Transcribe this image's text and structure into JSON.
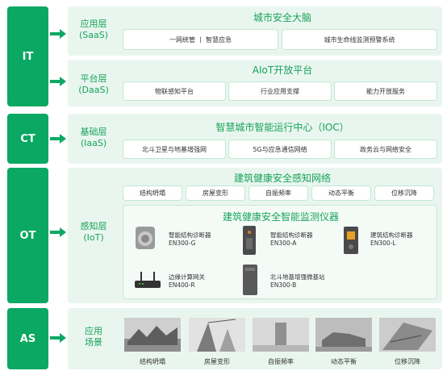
{
  "sides": [
    "IT",
    "CT",
    "OT",
    "AS"
  ],
  "saas": {
    "label_l1": "应用层",
    "label_l2": "(SaaS)",
    "title": "城市安全大脑",
    "items": [
      "一网统管 丨 智慧应急",
      "城市生命线监测预警系统"
    ]
  },
  "daas": {
    "label_l1": "平台层",
    "label_l2": "(DaaS)",
    "title": "AIoT开放平台",
    "items": [
      "物联感知平台",
      "行业应用支撑",
      "能力开放服务"
    ]
  },
  "iaas": {
    "label_l1": "基础层",
    "label_l2": "(IaaS)",
    "title": "智慧城市智能运行中心（IOC）",
    "items": [
      "北斗卫星与地基增强网",
      "5G与应急通信网络",
      "政务云与网络安全"
    ]
  },
  "iot": {
    "label_l1": "感知层",
    "label_l2": "(IoT)",
    "network_title": "建筑健康安全感知网络",
    "network_items": [
      "结构坍塌",
      "房屋变形",
      "自振频率",
      "动态平衡",
      "位移沉降"
    ],
    "device_title": "建筑健康安全智能监测仪器",
    "devices": [
      {
        "name": "智能结构诊断器",
        "model": "EN300-G"
      },
      {
        "name": "智能结构诊断器",
        "model": "EN300-A"
      },
      {
        "name": "建筑结构诊断器",
        "model": "EN300-L"
      },
      {
        "name": "边缘计算网关",
        "model": "EN400-R"
      },
      {
        "name": "北斗地基增强微基站",
        "model": "EN300-B"
      }
    ]
  },
  "scenes": {
    "label_l1": "应用",
    "label_l2": "场景",
    "items": [
      "结构坍塌",
      "房屋变形",
      "自振频率",
      "动态平衡",
      "位移沉降"
    ]
  },
  "colors": {
    "accent": "#0aa862",
    "panel": "#e9f6ef",
    "text_green": "#16a35a"
  }
}
